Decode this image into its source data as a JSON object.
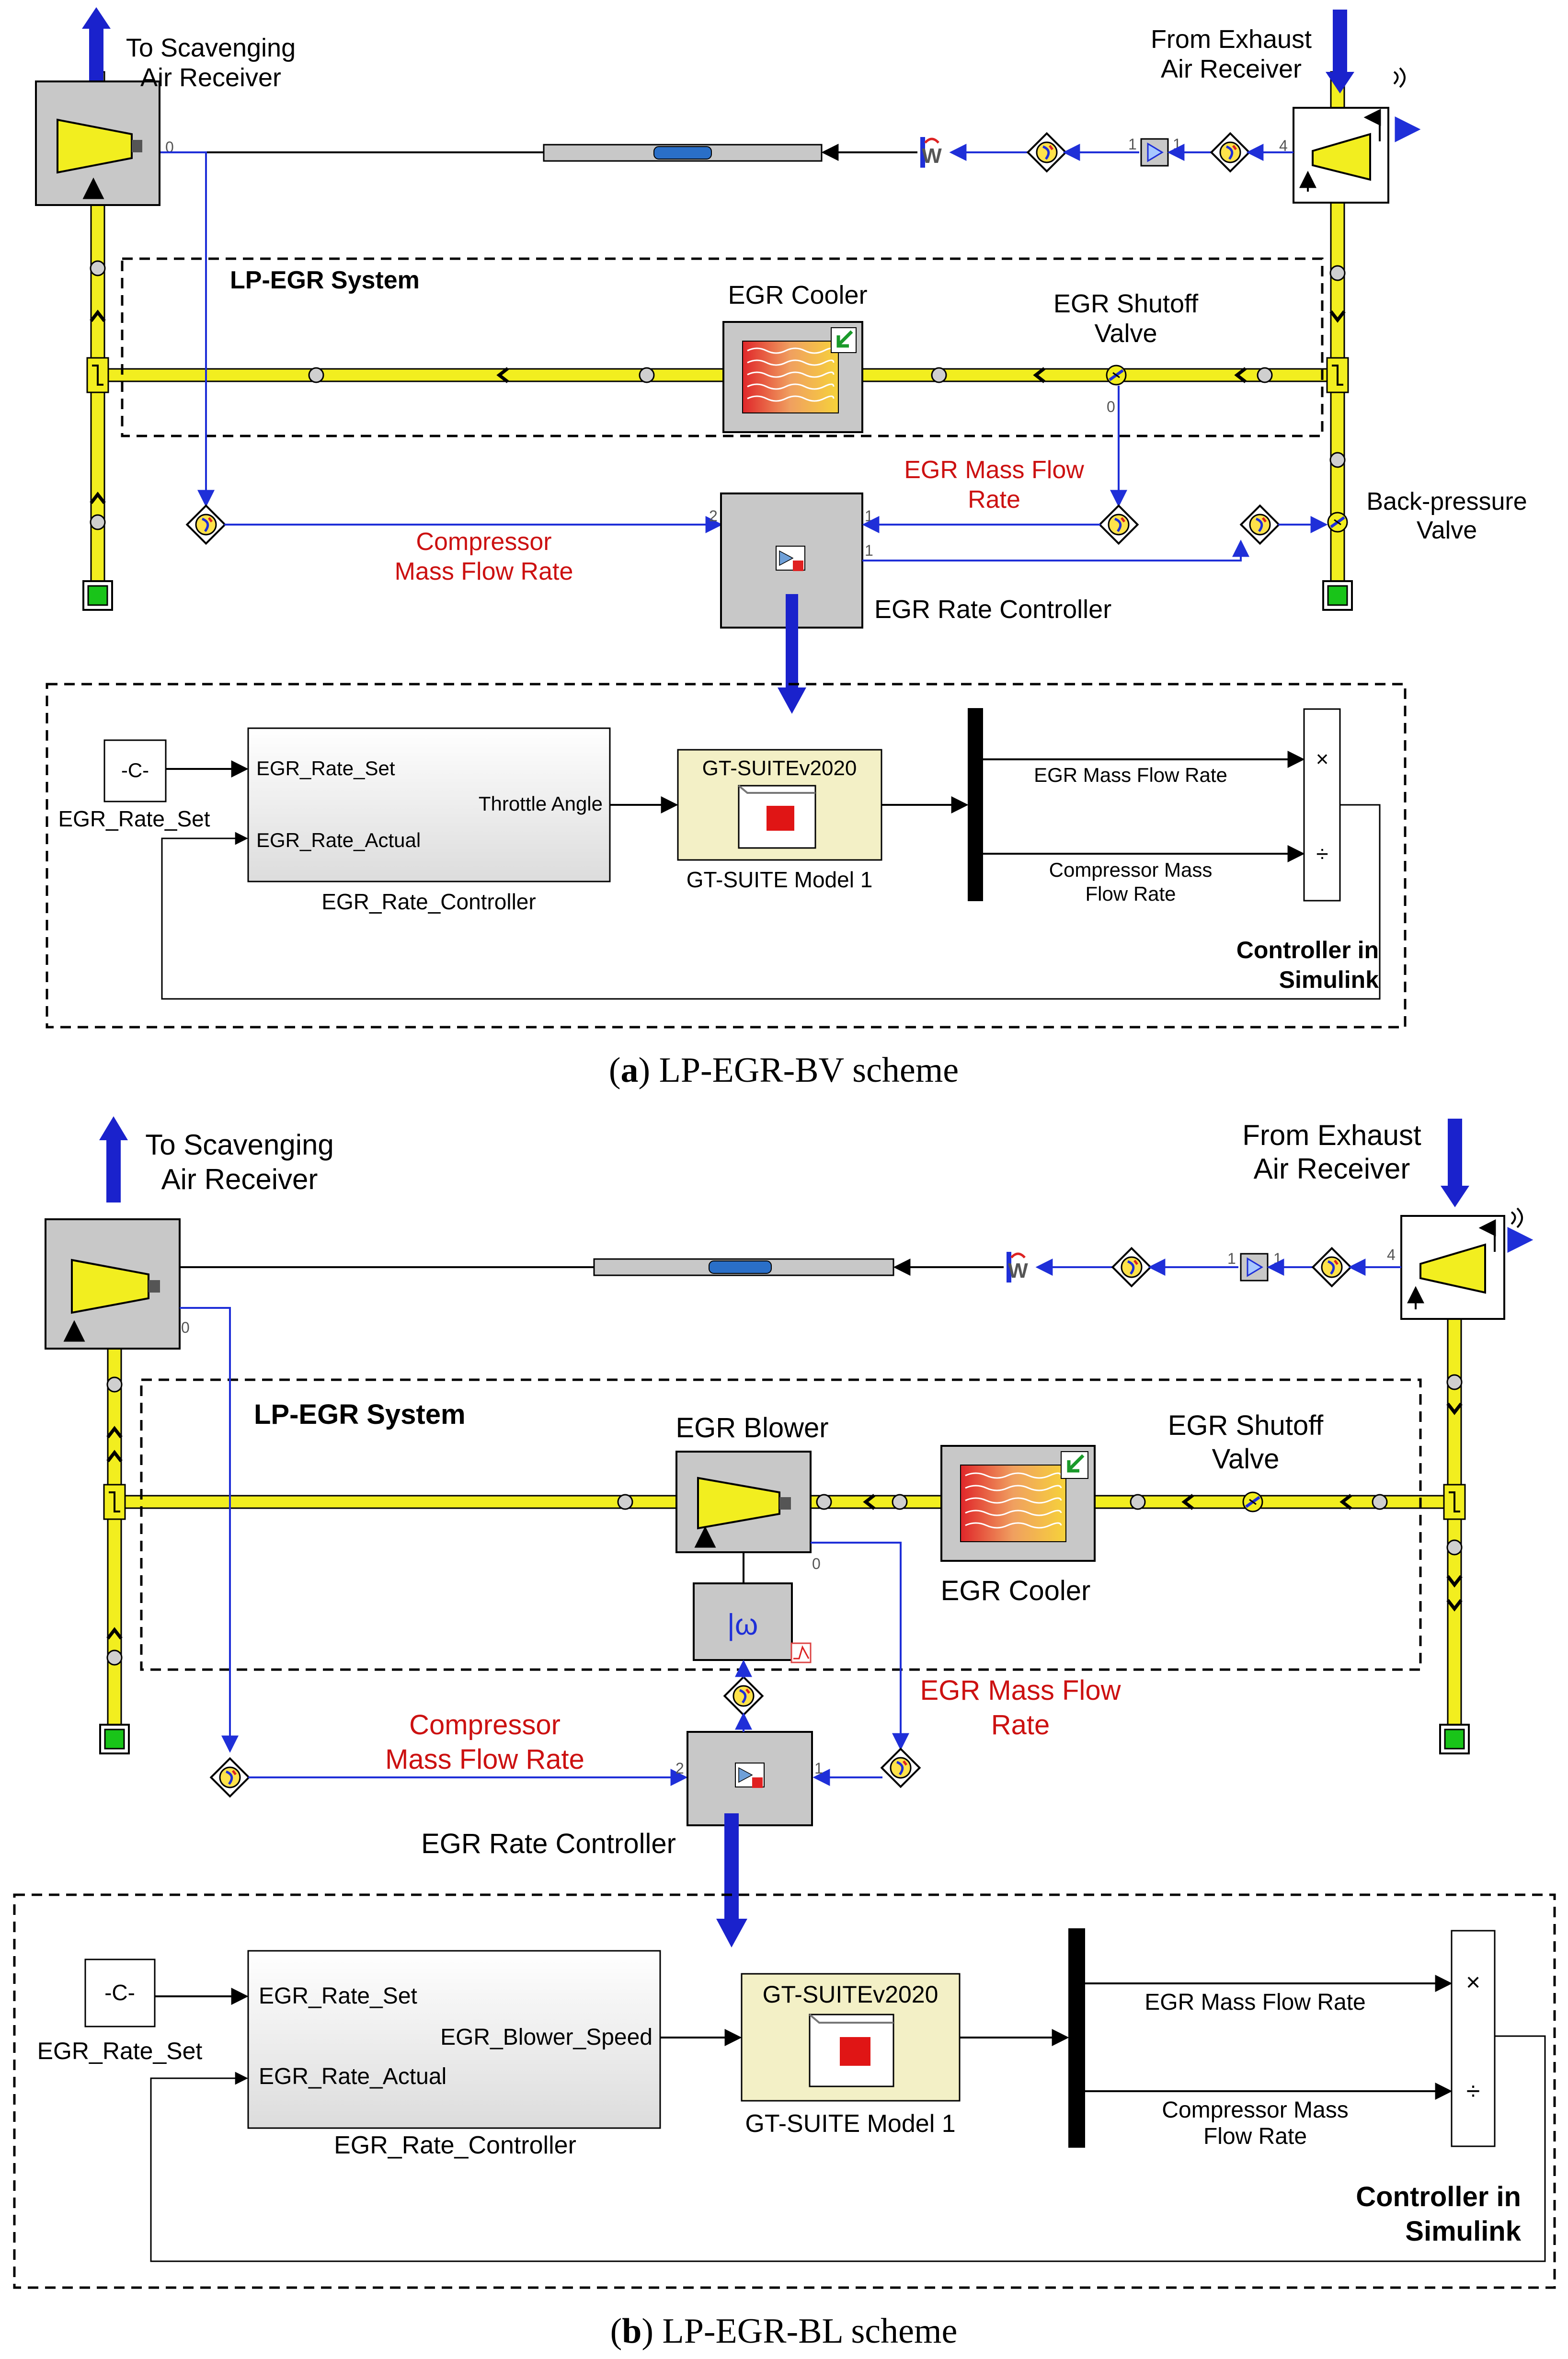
{
  "panel_a": {
    "labels": {
      "to_scavenging": [
        "To Scavenging",
        "Air Receiver"
      ],
      "from_exhaust": [
        "From Exhaust",
        "Air Receiver"
      ],
      "system": "LP-EGR System",
      "egr_cooler": "EGR Cooler",
      "shutoff_valve": [
        "EGR Shutoff",
        "Valve"
      ],
      "egr_mass_flow": [
        "EGR Mass Flow",
        "Rate"
      ],
      "compressor_mass_flow": [
        "Compressor",
        "Mass Flow Rate"
      ],
      "backpressure_valve": [
        "Back-pressure",
        "Valve"
      ],
      "rate_controller": "EGR Rate Controller"
    },
    "port_numbers": {
      "compressor_out": "0",
      "turbine_in": "4",
      "gain_in": "1",
      "gain_out": "1",
      "valve_out": "0",
      "controller_in_2": "2",
      "controller_in_1": "1",
      "controller_out_1": "1"
    },
    "simulink": {
      "const_block": "-C-",
      "const_label": "EGR_Rate_Set",
      "ctrl_in1": "EGR_Rate_Set",
      "ctrl_in2": "EGR_Rate_Actual",
      "ctrl_out": "Throttle Angle",
      "ctrl_name": "EGR_Rate_Controller",
      "gt_title": "GT-SUITEv2020",
      "gt_name": "GT-SUITE Model 1",
      "signal1": "EGR Mass Flow Rate",
      "signal2": [
        "Compressor Mass",
        "Flow Rate"
      ],
      "mult_sym": "×",
      "div_sym": "÷",
      "box_title": [
        "Controller in",
        "Simulink"
      ]
    },
    "caption": {
      "letter": "a",
      "text": " LP-EGR-BV scheme"
    }
  },
  "panel_b": {
    "labels": {
      "to_scavenging": [
        "To Scavenging",
        "Air Receiver"
      ],
      "from_exhaust": [
        "From Exhaust",
        "Air Receiver"
      ],
      "system": "LP-EGR System",
      "egr_blower": "EGR Blower",
      "shutoff_valve": [
        "EGR Shutoff",
        "Valve"
      ],
      "egr_cooler": "EGR Cooler",
      "egr_mass_flow": [
        "EGR Mass Flow",
        "Rate"
      ],
      "compressor_mass_flow": [
        "Compressor",
        "Mass Flow Rate"
      ],
      "rate_controller": "EGR Rate Controller",
      "speed_symbol": "|ω"
    },
    "port_numbers": {
      "compressor_out": "0",
      "turbine_in": "4",
      "gain_in": "1",
      "gain_out": "1",
      "blower_out": "0",
      "controller_in_2": "2",
      "controller_in_1": "1"
    },
    "simulink": {
      "const_block": "-C-",
      "const_label": "EGR_Rate_Set",
      "ctrl_in1": "EGR_Rate_Set",
      "ctrl_in2": "EGR_Rate_Actual",
      "ctrl_out": "EGR_Blower_Speed",
      "ctrl_name": "EGR_Rate_Controller",
      "gt_title": "GT-SUITEv2020",
      "gt_name": "GT-SUITE Model 1",
      "signal1": "EGR Mass Flow Rate",
      "signal2": [
        "Compressor Mass",
        "Flow Rate"
      ],
      "mult_sym": "×",
      "div_sym": "÷",
      "box_title": [
        "Controller in",
        "Simulink"
      ]
    },
    "caption": {
      "letter": "b",
      "text": " LP-EGR-BL scheme"
    }
  },
  "colors": {
    "pipe_yellow": "#f2ee1f",
    "signal_blue": "#1f2fd8",
    "arrow_blue": "#1a22cc",
    "label_red": "#cc1111",
    "block_gray": "#c8c8c8",
    "ground_green": "#19c419"
  },
  "icons": {
    "compressor": "compressor-icon",
    "turbine": "turbine-icon",
    "pipe": "pipe-icon",
    "sensor": "sensor-icon",
    "gain": "gain-icon",
    "wire": "wire-icon",
    "valve": "valve-icon",
    "cooler": "cooler-icon",
    "controller": "controller-icon",
    "speed": "speed-icon",
    "orifice": "orifice-icon",
    "ground": "ground-icon"
  }
}
